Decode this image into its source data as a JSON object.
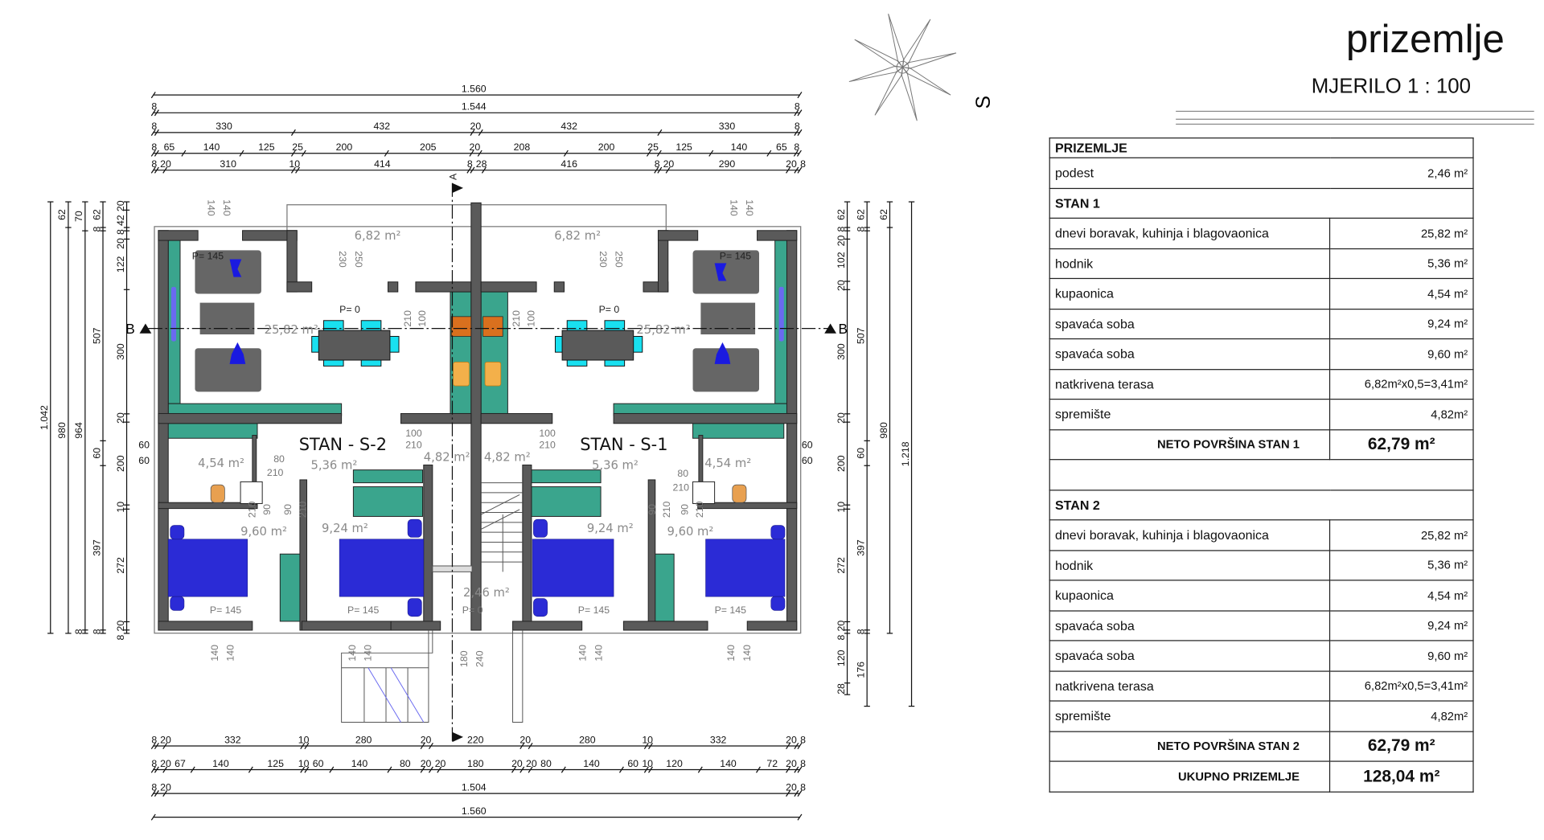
{
  "title": "prizemlje",
  "scale": "MJERILO 1 : 100",
  "compass_label": "S",
  "colors": {
    "wall": "#5a5a5a",
    "cabinet": "#3aa58d",
    "bed": "#2b2bd6",
    "chair": "#19e0f0",
    "sofa": "#666666"
  },
  "table": {
    "header": "PRIZEMLJE",
    "podest": {
      "label": "podest",
      "value": "2,46 m²"
    },
    "stan1": {
      "title": "STAN 1",
      "rows": [
        {
          "label": "dnevi boravak, kuhinja i blagovaonica",
          "value": "25,82 m²"
        },
        {
          "label": "hodnik",
          "value": "5,36 m²"
        },
        {
          "label": "kupaonica",
          "value": "4,54 m²"
        },
        {
          "label": "spavaća soba",
          "value": "9,24 m²"
        },
        {
          "label": "spavaća soba",
          "value": "9,60 m²"
        },
        {
          "label": "natkrivena terasa",
          "value": "6,82m²x0,5=3,41m²"
        },
        {
          "label": "spremište",
          "value": "4,82m²"
        }
      ],
      "total_label": "NETO POVRŠINA STAN 1",
      "total_value": "62,79 m²"
    },
    "stan2": {
      "title": "STAN 2",
      "rows": [
        {
          "label": "dnevi boravak, kuhinja i blagovaonica",
          "value": "25,82 m²"
        },
        {
          "label": "hodnik",
          "value": "5,36 m²"
        },
        {
          "label": "kupaonica",
          "value": "4,54 m²"
        },
        {
          "label": "spavaća soba",
          "value": "9,24 m²"
        },
        {
          "label": "spavaća soba",
          "value": "9,60 m²"
        },
        {
          "label": "natkrivena terasa",
          "value": "6,82m²x0,5=3,41m²"
        },
        {
          "label": "spremište",
          "value": "4,82m²"
        }
      ],
      "total_label": "NETO POVRŠINA STAN 2",
      "total_value": "62,79 m²"
    },
    "grand_total_label": "UKUPNO PRIZEMLJE",
    "grand_total_value": "128,04 m²"
  },
  "plan": {
    "apartment_labels": [
      "STAN - S-2",
      "STAN - S-1"
    ],
    "rooms": [
      "6,82 m²",
      "6,82 m²",
      "25,82 m²",
      "25,82 m²",
      "4,54 m²",
      "4,54 m²",
      "5,36 m²",
      "5,36 m²",
      "4,82 m²",
      "4,82 m²",
      "9,60 m²",
      "9,60 m²",
      "9,24 m²",
      "9,24 m²",
      "2,46 m²"
    ],
    "levels": [
      "P= 145",
      "P= 145",
      "P= 0",
      "P= 0",
      "P= 145",
      "P= 145",
      "P= 145",
      "P= 145",
      "P= 0"
    ],
    "openings": [
      "140",
      "140",
      "140",
      "140",
      "230",
      "250",
      "230",
      "250",
      "140",
      "140",
      "140",
      "140",
      "140",
      "140",
      "140",
      "140",
      "180",
      "240",
      "100",
      "210",
      "100",
      "210",
      "100",
      "210",
      "100",
      "210",
      "80",
      "210",
      "80",
      "210",
      "90",
      "210",
      "90",
      "210",
      "90",
      "210",
      "90",
      "210"
    ],
    "section_marks": {
      "a": "A",
      "b": "B"
    },
    "dimensions": {
      "top": [
        [
          "1.560"
        ],
        [
          "8",
          "1.544",
          "8"
        ],
        [
          "8",
          "330",
          "432",
          "20",
          "432",
          "330",
          "8"
        ],
        [
          "8",
          "65",
          "140",
          "125",
          "25",
          "200",
          "205",
          "20",
          "208",
          "200",
          "25",
          "125",
          "140",
          "65",
          "8"
        ],
        [
          "8",
          "20",
          "310",
          "10",
          "414",
          "8",
          "28",
          "416",
          "8",
          "20",
          "290",
          "20",
          "8"
        ]
      ],
      "bottom": [
        [
          "8",
          "20",
          "332",
          "10",
          "280",
          "20",
          "220",
          "20",
          "280",
          "10",
          "332",
          "20",
          "8"
        ],
        [
          "8",
          "20",
          "67",
          "140",
          "125",
          "10",
          "60",
          "140",
          "80",
          "20",
          "20",
          "180",
          "20",
          "20",
          "80",
          "140",
          "60",
          "10",
          "120",
          "140",
          "72",
          "20",
          "8"
        ],
        [
          "8",
          "20",
          "1.504",
          "20",
          "8"
        ],
        [
          "1.560"
        ]
      ],
      "left": [
        [
          "1.042"
        ],
        [
          "62",
          "980"
        ],
        [
          "70",
          "964",
          "8"
        ],
        [
          "62",
          "8",
          "507",
          "60",
          "397",
          "8"
        ],
        [
          "20",
          "42",
          "8",
          "20",
          "122",
          "300",
          "20",
          "200",
          "10",
          "272",
          "20",
          "8"
        ]
      ],
      "right": [
        [
          "62",
          "8",
          "20",
          "102",
          "20",
          "300",
          "20",
          "200",
          "10",
          "272",
          "20",
          "8",
          "120",
          "28"
        ],
        [
          "62",
          "8",
          "507",
          "60",
          "397",
          "8",
          "176"
        ],
        [
          "62",
          "980"
        ],
        [
          "1.218"
        ]
      ],
      "side_notes": [
        "60",
        "60",
        "60",
        "60"
      ]
    }
  }
}
